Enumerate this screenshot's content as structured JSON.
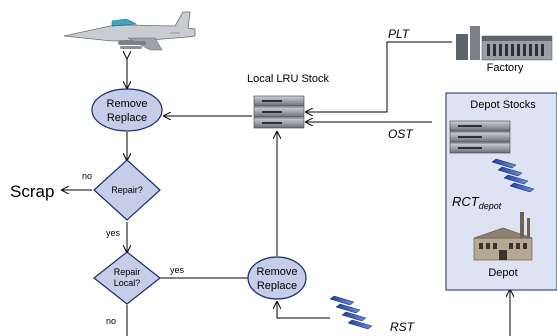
{
  "nodes": {
    "remove_replace_top": [
      "Remove",
      "Replace"
    ],
    "repair": "Repair?",
    "repair_local": [
      "Repair",
      "Local?"
    ],
    "remove_replace_bottom": [
      "Remove",
      "Replace"
    ],
    "scrap": "Scrap"
  },
  "labels": {
    "local_lru_stock": "Local LRU Stock",
    "factory": "Factory",
    "depot_stocks": "Depot Stocks",
    "depot": "Depot",
    "plt": "PLT",
    "ost": "OST",
    "rst": "RST",
    "rct_main": "RCT",
    "rct_sub": "depot"
  },
  "edges": {
    "no_scrap": "no",
    "yes_repair": "yes",
    "yes_local": "yes",
    "no_local": "no"
  },
  "icons": {
    "aircraft": "jet-aircraft-icon",
    "server": "server-rack-icon",
    "factory": "factory-building-icon",
    "depot": "depot-building-icon",
    "modules": "stacked-modules-icon"
  },
  "colors": {
    "node_fill": "#c5cde8",
    "node_stroke": "#1a2a6a",
    "depot_panel": "#dde3f3",
    "line": "#000000"
  }
}
